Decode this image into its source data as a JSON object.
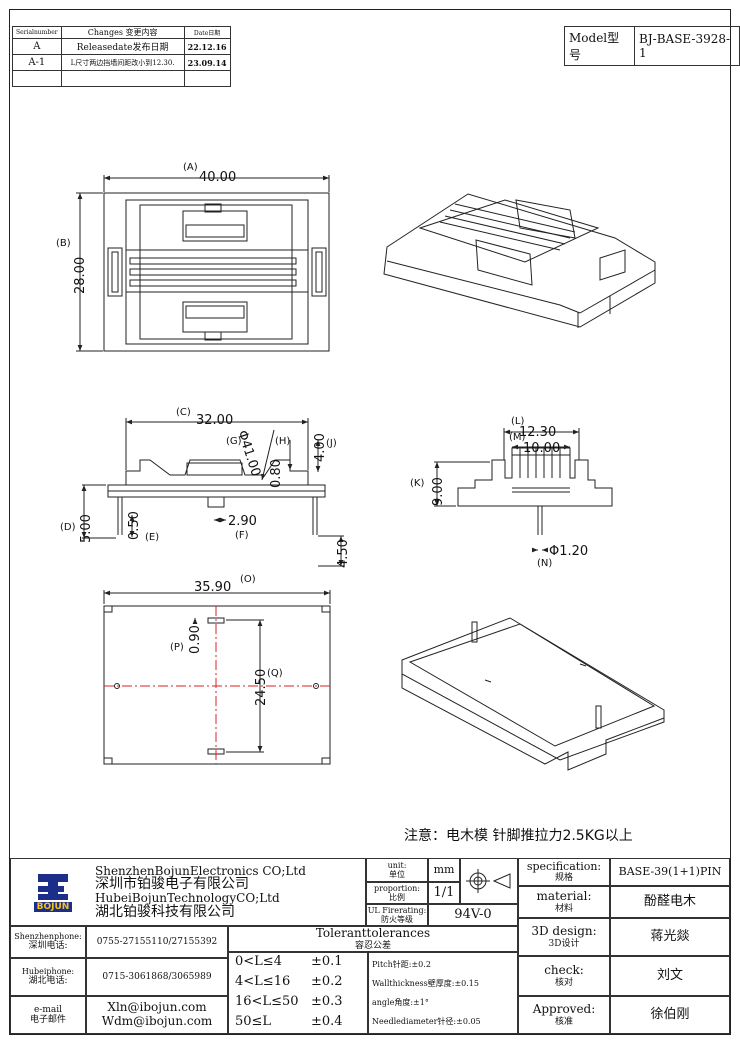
{
  "revision_table": {
    "headers": [
      "Serialnumber",
      "Changes 变更内容",
      "Date日期"
    ],
    "rows": [
      {
        "serial": "A",
        "change": "Releasedate发布日期",
        "date": "22.12.16"
      },
      {
        "serial": "A-1",
        "change": "L尺寸两边挡墙间距改小到12.30.",
        "date": "23.09.14"
      },
      {
        "serial": "",
        "change": "",
        "date": ""
      }
    ]
  },
  "model": {
    "label": "Model型号",
    "value": "BJ-BASE-3928-1"
  },
  "dims": {
    "a_label": "(A)",
    "a_val": "40.00",
    "b_label": "(B)",
    "b_val": "28.00",
    "c_label": "(C)",
    "c_val": "32.00",
    "g_label": "(G)",
    "g_val": "Φ41.00",
    "h_label": "(H)",
    "h_val": "0.80",
    "j_label": "(J)",
    "j_val": "4.00",
    "d_label": "(D)",
    "d_val": "5.00",
    "e_label": "(E)",
    "e_val": "0.50",
    "f_label": "(F)",
    "f_val": "2.90",
    "i_val": "4.50",
    "l_label": "(L)",
    "l_val": "12.30",
    "m_label": "(M)",
    "m_val": "10.00",
    "k_label": "(K)",
    "k_val": "9.00",
    "n_label": "(N)",
    "n_val": "Φ1.20",
    "o_label": "(O)",
    "o_val": "35.90",
    "p_label": "(P)",
    "p_val": "0.90",
    "q_label": "(Q)",
    "q_val": "24.50"
  },
  "note": "注意：电木模 针脚推拉力2.5KG以上",
  "title_block": {
    "company_en1": "ShenzhenBojunElectronics CO;Ltd",
    "company_cn1": "深圳市铂骏电子有限公司",
    "company_en2": "HubeiBojunTechnologyCO;Ltd",
    "company_cn2": "湖北铂骏科技有限公司",
    "logo_text": "BOJUN",
    "unit_label": "unit:",
    "unit_label_cn": "单位",
    "unit_value": "mm",
    "proportion_label": "proportion:",
    "proportion_label_cn": "比例",
    "proportion_value": "1/1",
    "ul_label": "UL Firerating:",
    "ul_label_cn": "防火等级",
    "ul_value": "94V-0",
    "spec_label": "specification:",
    "spec_label_cn": "规格",
    "spec_value": "BASE-39(1+1)PIN",
    "material_label": "material:",
    "material_label_cn": "材料",
    "material_value": "酚醛电木",
    "design_label": "3D design:",
    "design_label_cn": "3D设计",
    "design_value": "蒋光燚",
    "check_label": "check:",
    "check_label_cn": "核对",
    "check_value": "刘文",
    "approved_label": "Approved:",
    "approved_label_cn": "核准",
    "approved_value": "徐伯刚",
    "sz_phone_label": "Shenzhenphone:",
    "sz_phone_label_cn": "深圳电话:",
    "sz_phone": "0755-27155110/27155392",
    "hb_phone_label": "Hubeiphone:",
    "hb_phone_label_cn": "湖北电话:",
    "hb_phone": "0715-3061868/3065989",
    "email_label": "e-mail",
    "email_label_cn": "电子邮件",
    "email1": "Xln@ibojun.com",
    "email2": "Wdm@ibojun.com",
    "tolerance_title": "Toleranttolerances",
    "tolerance_title_cn": "容忍公差",
    "tolerances": [
      {
        "range": "0<L≤4",
        "value": "±0.1"
      },
      {
        "range": "4<L≤16",
        "value": "±0.2"
      },
      {
        "range": "16<L≤50",
        "value": "±0.3"
      },
      {
        "range": "50≤L",
        "value": "±0.4"
      }
    ],
    "pitch": "Pitch针距:±0.2",
    "wall": "Wallthickness壁厚度:±0.15",
    "angle": "angle角度:±1°",
    "needle": "Needlediameter针径:±0.05"
  }
}
